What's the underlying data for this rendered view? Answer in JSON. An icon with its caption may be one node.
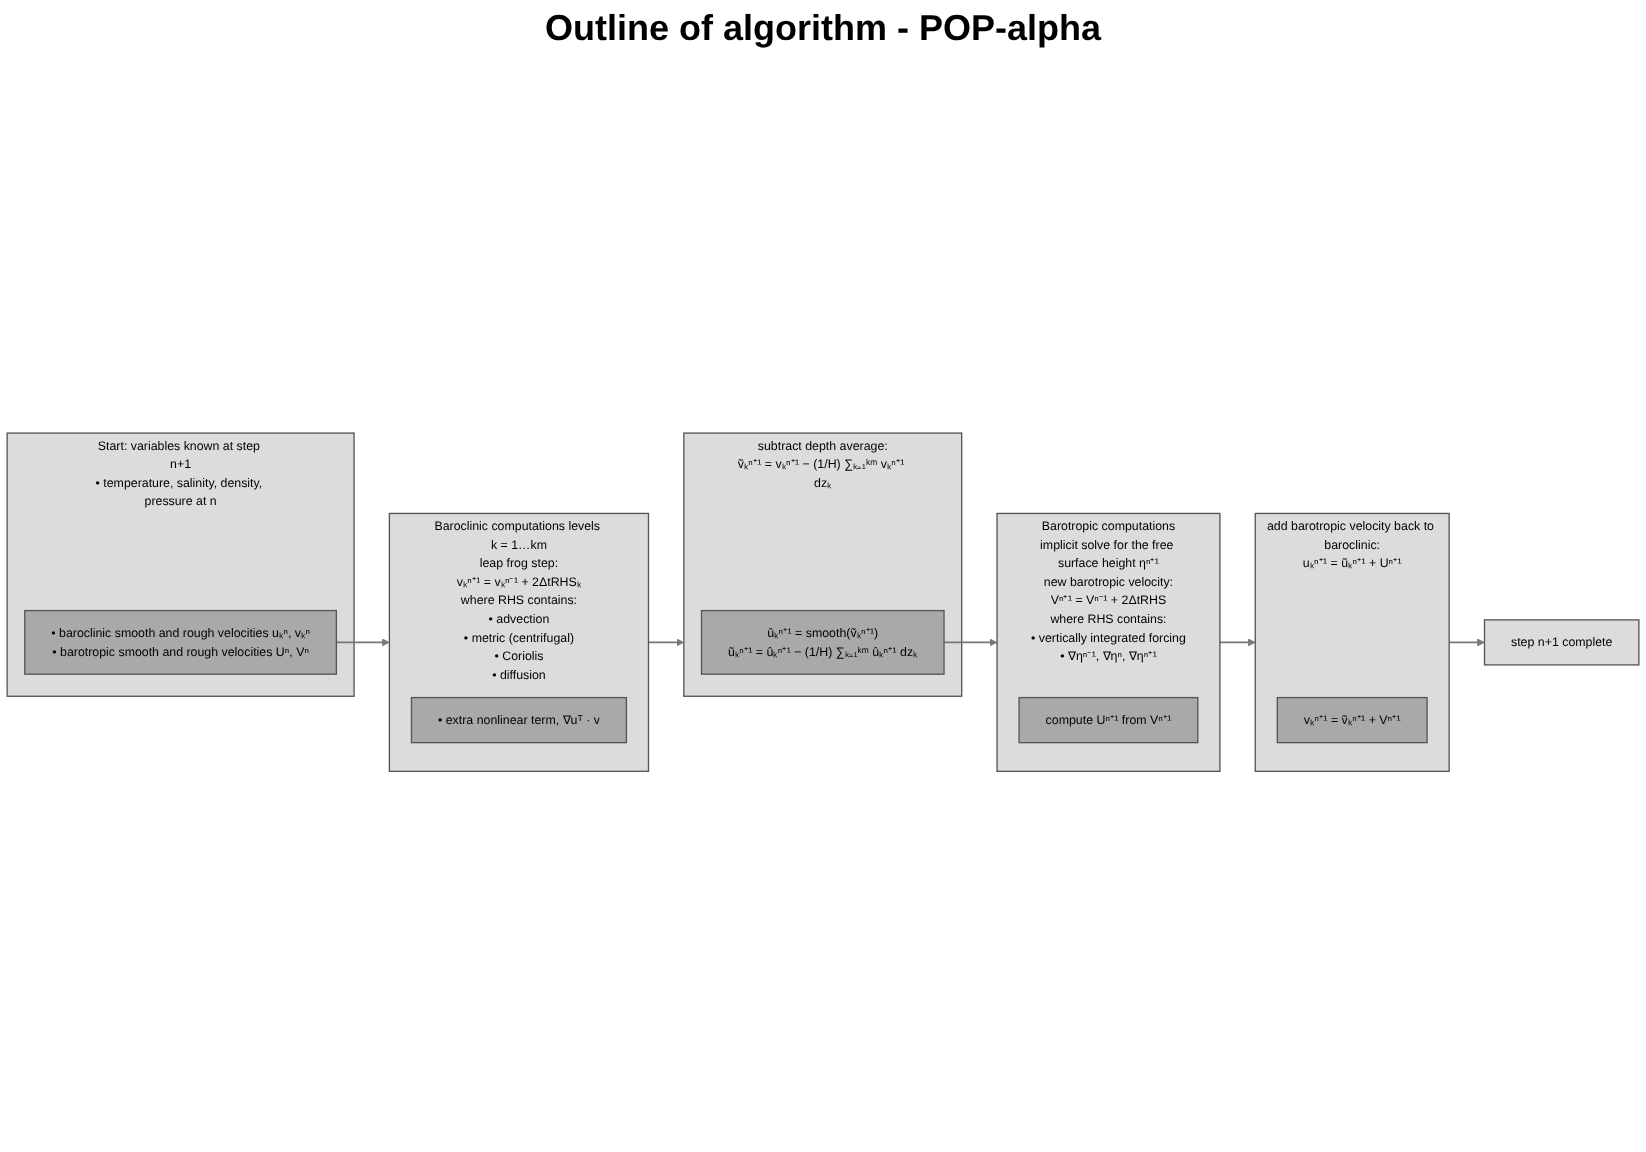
{
  "diagram": {
    "title": "Outline of algorithm - POP-alpha",
    "nodes": [
      {
        "text": [
          "Start: variables known at step n+1",
          "• temperature, salinity, density, pressure at n"
        ]
      },
      {
        "text": [
          "• baroclinic smooth and rough velocities uₖⁿ, vₖⁿ",
          "• barotropic smooth and rough velocities Uⁿ, Vⁿ"
        ],
        "in": 0
      },
      {
        "text": [
          "Baroclinic computations levels k = 1…km",
          "leap frog step:",
          "vₖⁿ⁺¹ = vₖⁿ⁻¹ + 2ΔtRHSₖ",
          "where RHS contains:",
          "• advection",
          "• metric (centrifugal)",
          "• Coriolis",
          "• diffusion"
        ]
      },
      {
        "text": [
          "• extra nonlinear term, ∇uᵀ · v"
        ],
        "in": 2
      },
      {
        "text": [
          "subtract depth average:",
          "ṽₖⁿ⁺¹ = vₖⁿ⁺¹ − (1/H) ∑ₖ₌₁ᵏᵐ vₖⁿ⁺¹ dzₖ"
        ]
      },
      {
        "text": [
          "ûₖⁿ⁺¹ = smooth(ṽₖⁿ⁺¹)",
          "ũₖⁿ⁺¹ = ûₖⁿ⁺¹ − (1/H) ∑ₖ₌₁ᵏᵐ ûₖⁿ⁺¹ dzₖ"
        ],
        "in": 4
      },
      {
        "text": [
          "Barotropic computations",
          "implicit solve for the free surface height ηⁿ⁺¹",
          "new barotropic velocity:",
          "Vⁿ⁺¹ = Vⁿ⁻¹ + 2ΔtRHS",
          "where RHS contains:",
          "• vertically integrated forcing",
          "• ∇ηⁿ⁻¹, ∇ηⁿ, ∇ηⁿ⁺¹"
        ]
      },
      {
        "text": [
          "compute Uⁿ⁺¹ from Vⁿ⁺¹"
        ],
        "in": 6
      },
      {
        "text": [
          "add barotropic velocity back to baroclinic:",
          "uₖⁿ⁺¹ = ũₖⁿ⁺¹ + Uⁿ⁺¹"
        ]
      },
      {
        "text": [
          "vₖⁿ⁺¹ = ṽₖⁿ⁺¹ + Vⁿ⁺¹"
        ],
        "in": 8
      },
      {
        "text": [
          "step n+1 complete"
        ]
      }
    ],
    "edges": [
      {
        "from": 1,
        "to": 2,
        "arrow": "to"
      },
      {
        "from": 2,
        "to": 4,
        "arrow": "to"
      },
      {
        "from": 5,
        "to": 6,
        "arrow": "to"
      },
      {
        "from": 6,
        "to": 8,
        "arrow": "to"
      },
      {
        "from": 8,
        "to": 10,
        "arrow": "to"
      }
    ]
  }
}
